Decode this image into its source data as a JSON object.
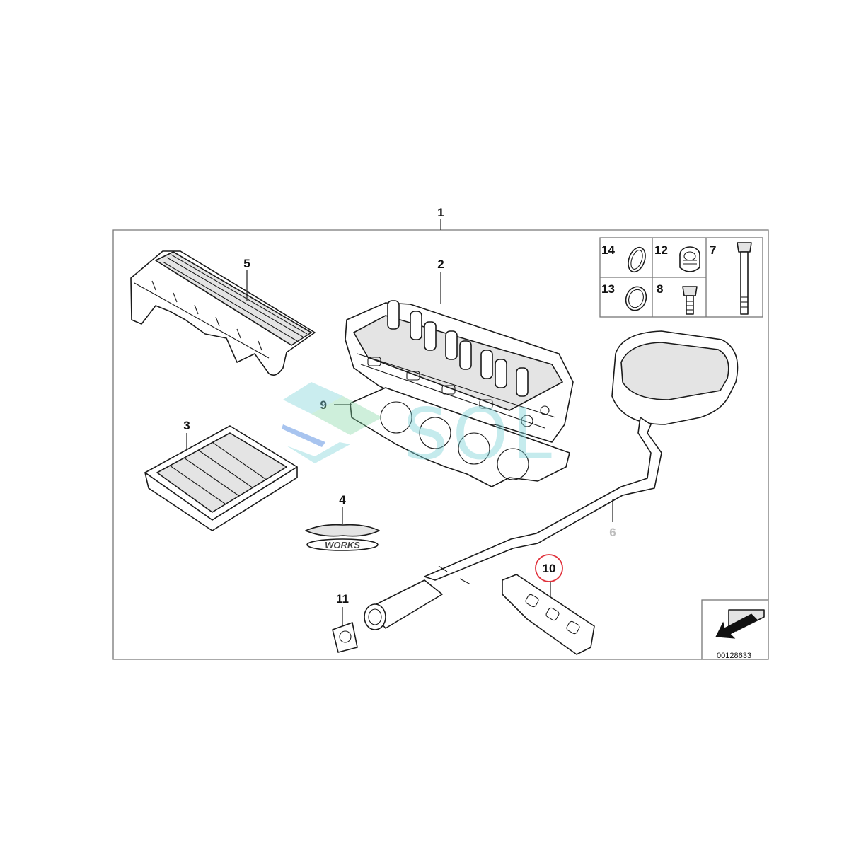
{
  "diagram_id": "00128633",
  "watermark": {
    "text": "SOL"
  },
  "callouts": [
    {
      "id": "1",
      "label": "1"
    },
    {
      "id": "2",
      "label": "2"
    },
    {
      "id": "3",
      "label": "3"
    },
    {
      "id": "4",
      "label": "4"
    },
    {
      "id": "5",
      "label": "5"
    },
    {
      "id": "6",
      "label": "6"
    },
    {
      "id": "7",
      "label": "7"
    },
    {
      "id": "8",
      "label": "8"
    },
    {
      "id": "9",
      "label": "9"
    },
    {
      "id": "10",
      "label": "10",
      "highlighted": true
    },
    {
      "id": "11",
      "label": "11"
    },
    {
      "id": "12",
      "label": "12"
    },
    {
      "id": "13",
      "label": "13"
    },
    {
      "id": "14",
      "label": "14"
    }
  ],
  "badge": {
    "text": "WORKS"
  },
  "colors": {
    "highlight_circle": "#e0303a",
    "watermark_teal": "#7fd3d8",
    "watermark_blue": "#5a8fe0",
    "watermark_green": "#7ed6a0",
    "frame": "#777777"
  }
}
